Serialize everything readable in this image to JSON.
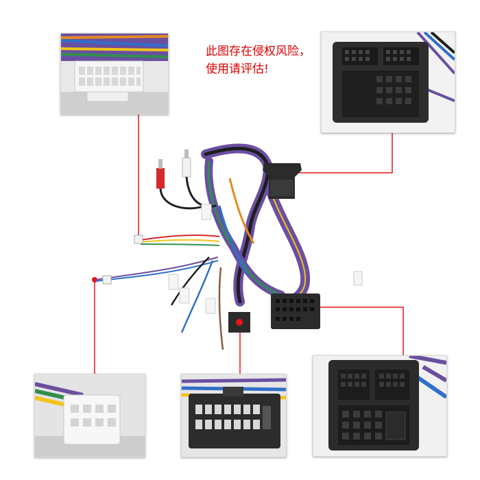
{
  "watermark": {
    "line1": "此图存在侵权风险，",
    "line2": "使用请评估!"
  },
  "cable_labels": [
    "",
    "",
    "",
    ""
  ],
  "colors": {
    "callout_line": "#e8141b",
    "connector_black": "#2b2b2b",
    "connector_white": "#f2f2f2",
    "wire_purple": "#6a4fa0",
    "wire_black": "#1e1e1e",
    "wire_green": "#2f8f4f",
    "wire_blue": "#2f6fc9",
    "wire_yellow": "#f0c419",
    "wire_orange": "#e58a1f",
    "wire_red": "#d42a2a"
  },
  "photos": [
    {
      "name": "white-16pin-connector-photo"
    },
    {
      "name": "quadlock-black-connector-photo"
    },
    {
      "name": "white-8pin-connector-photo"
    },
    {
      "name": "black-16pin-connector-photo"
    },
    {
      "name": "quadlock-male-connector-photo"
    }
  ]
}
